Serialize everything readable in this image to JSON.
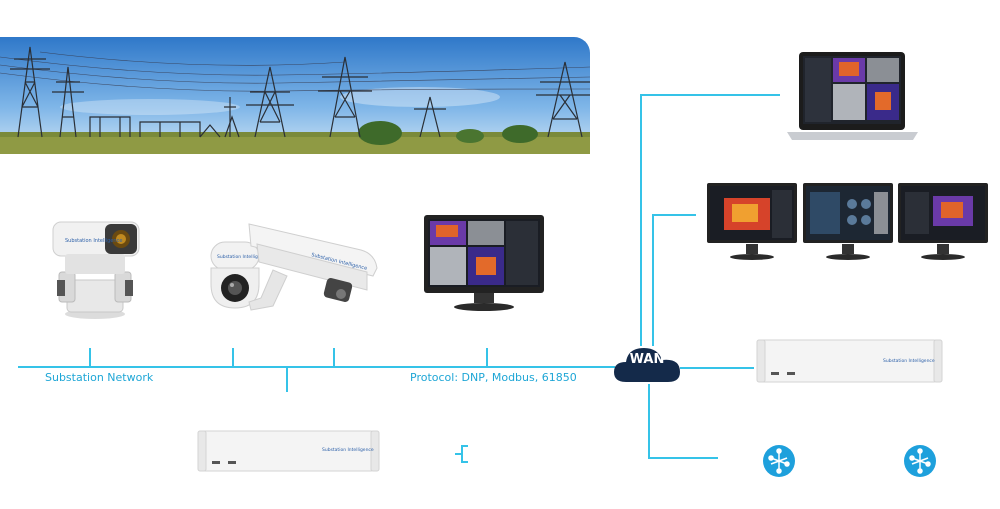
{
  "labels": {
    "substation_network": "Substation Network",
    "protocol": "Protocol: DNP, Modbus, 61850",
    "wan": "WAN"
  },
  "devices": {
    "server_brand": "Substation Intelligence",
    "camera_brand": "Substation Intelligence"
  },
  "colors": {
    "line": "#35c3e8",
    "label": "#1ea6d6",
    "wan_cloud": "#142a4a",
    "node_icon": "#1ea0dc"
  }
}
